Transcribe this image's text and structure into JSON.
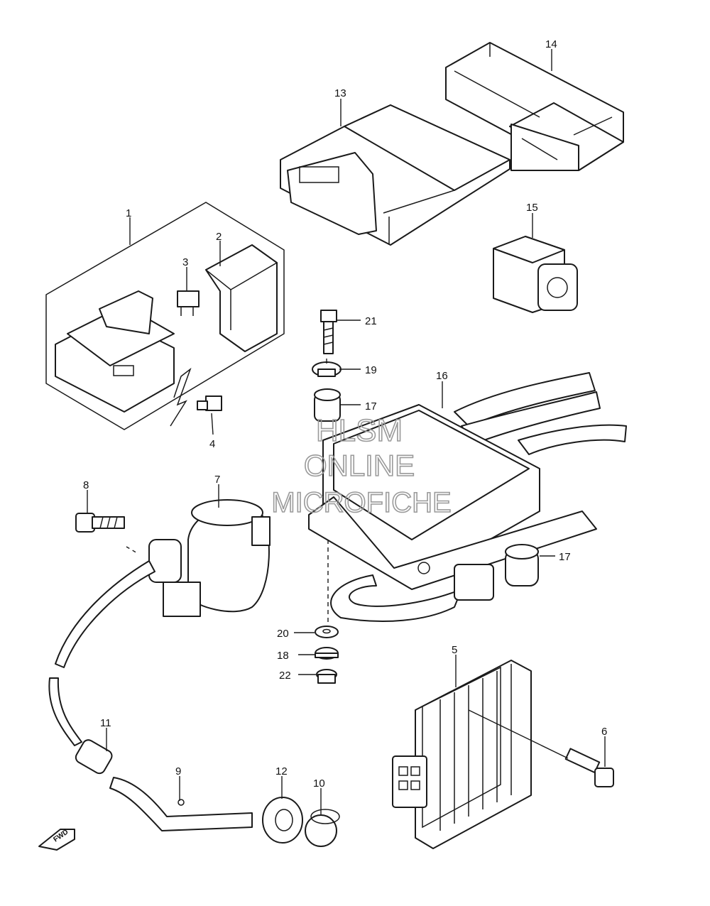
{
  "watermark": {
    "line1": "HLSM",
    "line2": "ONLINE",
    "line3": "MICROFICHE"
  },
  "fwd_label": "FWD",
  "callouts": [
    {
      "id": "p1",
      "text": "1"
    },
    {
      "id": "p2",
      "text": "2"
    },
    {
      "id": "p3",
      "text": "3"
    },
    {
      "id": "p4",
      "text": "4"
    },
    {
      "id": "p5",
      "text": "5"
    },
    {
      "id": "p6",
      "text": "6"
    },
    {
      "id": "p7",
      "text": "7"
    },
    {
      "id": "p8",
      "text": "8"
    },
    {
      "id": "p9",
      "text": "9"
    },
    {
      "id": "p10",
      "text": "10"
    },
    {
      "id": "p11",
      "text": "11"
    },
    {
      "id": "p12",
      "text": "12"
    },
    {
      "id": "p13",
      "text": "13"
    },
    {
      "id": "p14",
      "text": "14"
    },
    {
      "id": "p15",
      "text": "15"
    },
    {
      "id": "p16",
      "text": "16"
    },
    {
      "id": "p17a",
      "text": "17"
    },
    {
      "id": "p17b",
      "text": "17"
    },
    {
      "id": "p18",
      "text": "18"
    },
    {
      "id": "p19",
      "text": "19"
    },
    {
      "id": "p20",
      "text": "20"
    },
    {
      "id": "p21",
      "text": "21"
    },
    {
      "id": "p22",
      "text": "22"
    }
  ]
}
